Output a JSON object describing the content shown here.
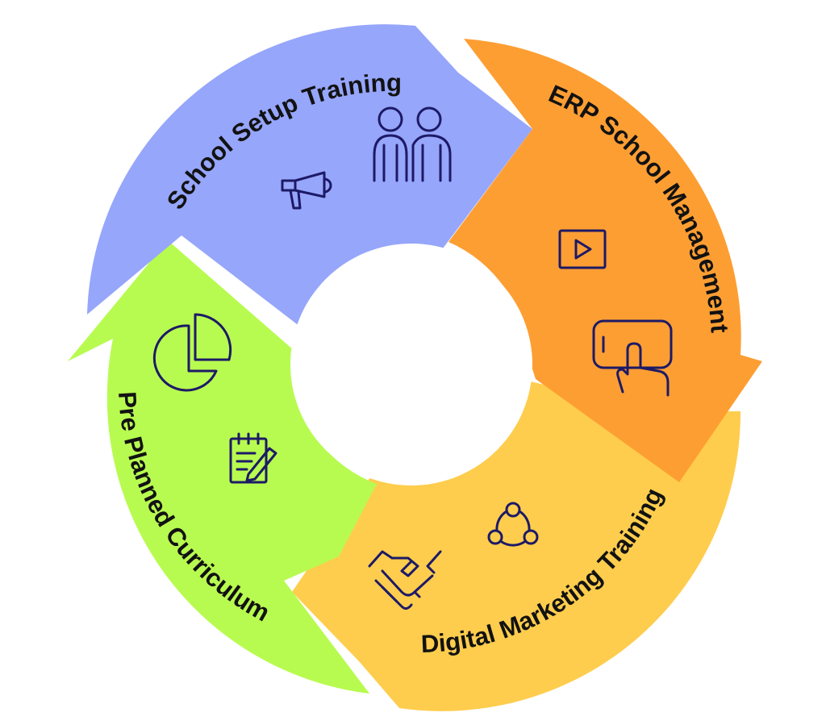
{
  "segments": [
    {
      "id": "school-setup-training",
      "label": "School Setup Training",
      "color": "#96a6fb",
      "icons": [
        "megaphone-icon",
        "people-icon"
      ]
    },
    {
      "id": "erp-school-management",
      "label": "ERP School Management",
      "color": "#fd9e33",
      "icons": [
        "video-play-icon",
        "tablet-touch-icon"
      ]
    },
    {
      "id": "digital-marketing-training",
      "label": "Digital Marketing Training",
      "color": "#fecd4d",
      "icons": [
        "network-icon",
        "handshake-icon"
      ]
    },
    {
      "id": "pre-planned-curriculum",
      "label": "Pre Planned Curriculum",
      "color": "#b8fb50",
      "icons": [
        "pie-chart-icon",
        "notepad-pencil-icon"
      ]
    }
  ]
}
